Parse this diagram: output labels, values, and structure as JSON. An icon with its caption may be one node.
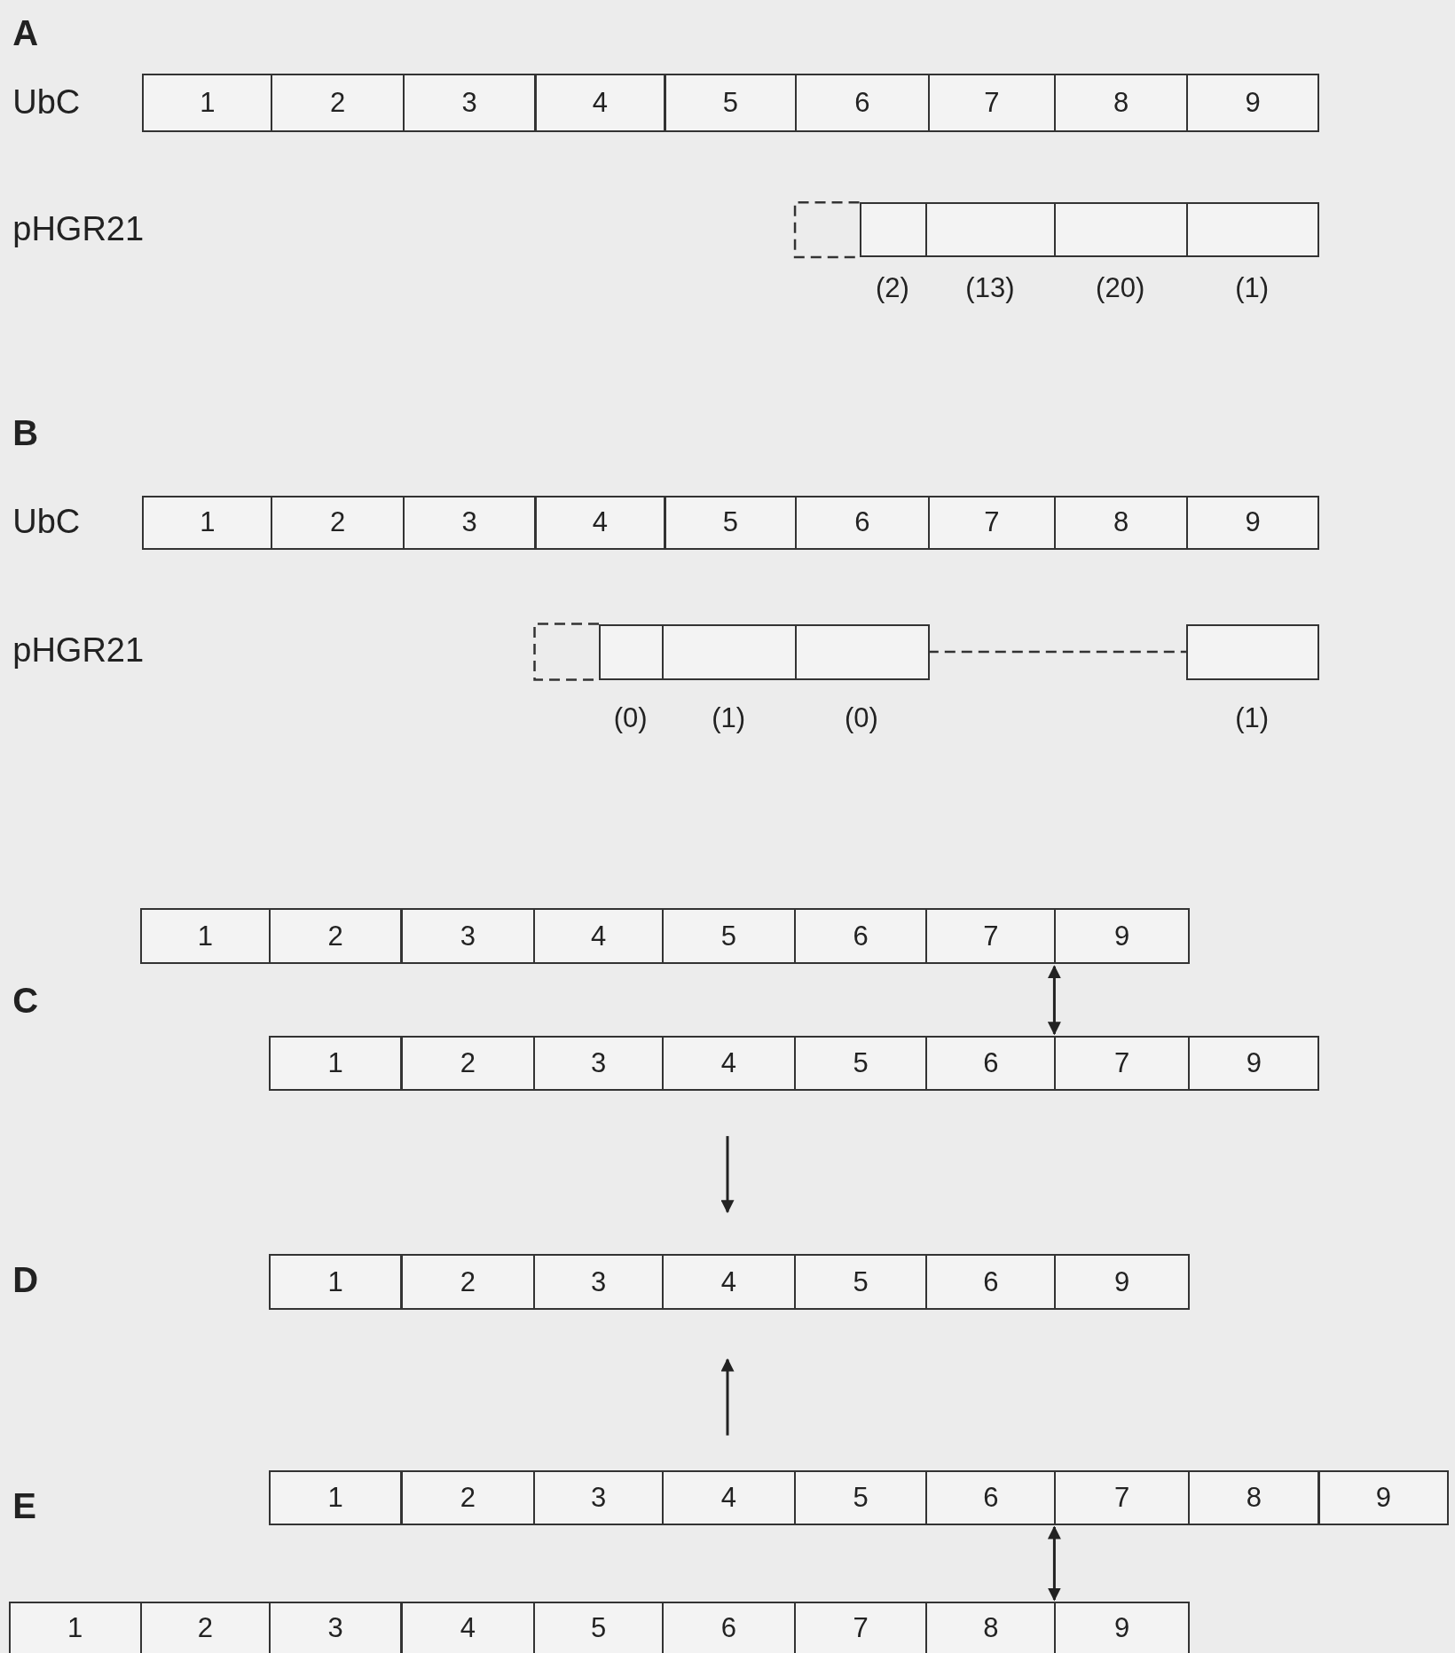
{
  "diagram": {
    "nodes": [
      {
        "text": [
          "1"
        ]
      },
      {
        "text": [
          "2"
        ]
      },
      {
        "text": [
          "3"
        ]
      },
      {
        "text": [
          "4"
        ]
      },
      {
        "text": [
          "5"
        ]
      },
      {
        "text": [
          "6"
        ]
      },
      {
        "text": [
          "7"
        ]
      },
      {
        "text": [
          "8"
        ]
      },
      {
        "text": [
          "9"
        ]
      },
      {
        "text": [],
        "shape": "box",
        "beside": [
          "(2)"
        ]
      },
      {
        "text": [],
        "shape": "box",
        "beside": [
          "(13)"
        ]
      },
      {
        "text": [],
        "shape": "box",
        "beside": [
          "(20)"
        ]
      },
      {
        "text": [],
        "shape": "box",
        "beside": [
          "(1)"
        ]
      },
      {
        "text": [
          "1"
        ]
      },
      {
        "text": [
          "2"
        ]
      },
      {
        "text": [
          "3"
        ]
      },
      {
        "text": [
          "4"
        ]
      },
      {
        "text": [
          "5"
        ]
      },
      {
        "text": [
          "6"
        ]
      },
      {
        "text": [
          "7"
        ]
      },
      {
        "text": [
          "8"
        ]
      },
      {
        "text": [
          "9"
        ]
      },
      {
        "text": [],
        "shape": "box",
        "beside": [
          "(0)"
        ]
      },
      {
        "text": [],
        "shape": "box",
        "beside": [
          "(1)"
        ]
      },
      {
        "text": [],
        "shape": "box",
        "beside": [
          "(0)"
        ]
      },
      {
        "text": [],
        "shape": "box",
        "beside": [
          "(1)"
        ]
      },
      {
        "text": [
          "1"
        ]
      },
      {
        "text": [
          "2"
        ]
      },
      {
        "text": [
          "3"
        ]
      },
      {
        "text": [
          "4"
        ]
      },
      {
        "text": [
          "5"
        ]
      },
      {
        "text": [
          "6"
        ]
      },
      {
        "text": [
          "7"
        ]
      },
      {
        "text": [
          "9"
        ]
      },
      {
        "text": [
          "1"
        ]
      },
      {
        "text": [
          "2"
        ]
      },
      {
        "text": [
          "3"
        ]
      },
      {
        "text": [
          "4"
        ]
      },
      {
        "text": [
          "5"
        ]
      },
      {
        "text": [
          "6"
        ]
      },
      {
        "text": [
          "7"
        ]
      },
      {
        "text": [
          "9"
        ]
      },
      {
        "text": [
          "1"
        ]
      },
      {
        "text": [
          "2"
        ]
      },
      {
        "text": [
          "3"
        ]
      },
      {
        "text": [
          "4"
        ]
      },
      {
        "text": [
          "5"
        ]
      },
      {
        "text": [
          "6"
        ]
      },
      {
        "text": [
          "9"
        ]
      },
      {
        "text": [
          "1"
        ]
      },
      {
        "text": [
          "2"
        ]
      },
      {
        "text": [
          "3"
        ]
      },
      {
        "text": [
          "4"
        ]
      },
      {
        "text": [
          "5"
        ]
      },
      {
        "text": [
          "6"
        ]
      },
      {
        "text": [
          "7"
        ]
      },
      {
        "text": [
          "8"
        ]
      },
      {
        "text": [
          "9"
        ]
      },
      {
        "text": [
          "1"
        ]
      },
      {
        "text": [
          "2"
        ]
      },
      {
        "text": [
          "3"
        ]
      },
      {
        "text": [
          "4"
        ]
      },
      {
        "text": [
          "5"
        ]
      },
      {
        "text": [
          "6"
        ]
      },
      {
        "text": [
          "7"
        ]
      },
      {
        "text": [
          "8"
        ]
      },
      {
        "text": [
          "9"
        ]
      }
    ],
    "edges": [
      {
        "from": 24,
        "to": 25,
        "arrow": "none",
        "style": "dashed"
      },
      {
        "from": 32,
        "to": 39,
        "arrow": "both"
      },
      {
        "from": 54,
        "to": 65,
        "arrow": "both"
      }
    ],
    "labels": [
      "A",
      "UbC",
      "pHGR21",
      "B",
      "UbC",
      "pHGR21",
      "C",
      "D",
      "E"
    ]
  }
}
